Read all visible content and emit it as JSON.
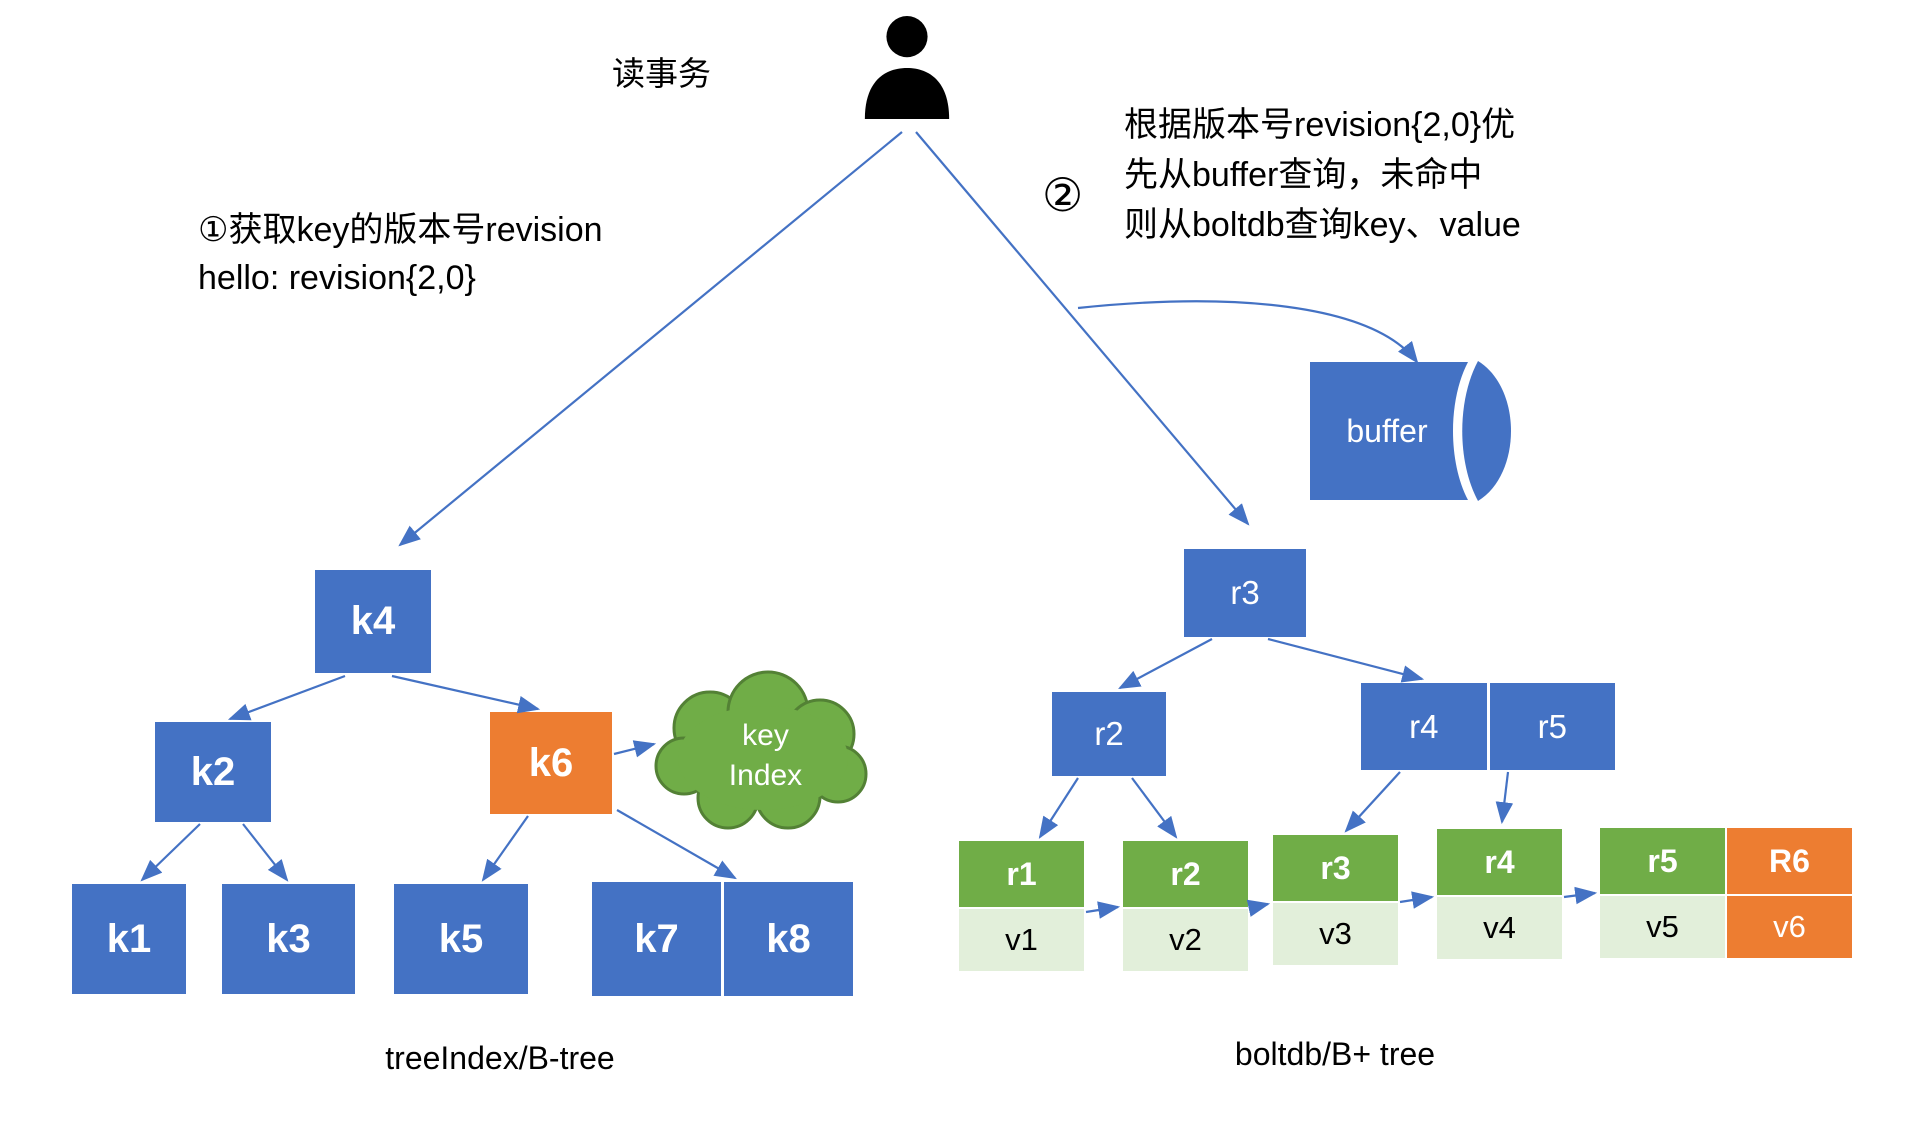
{
  "reader": {
    "label": "读事务"
  },
  "annotations": {
    "step1_line1": "①获取key的版本号revision",
    "step1_line2": "hello: revision{2,0}",
    "step2_number": "②",
    "step2_line1": "根据版本号revision{2,0}优",
    "step2_line2": "先从buffer查询，未命中",
    "step2_line3": "则从boltdb查询key、value"
  },
  "buffer": {
    "label": "buffer"
  },
  "left_tree": {
    "caption": "treeIndex/B-tree",
    "root": "k4",
    "level2": [
      "k2",
      "k6"
    ],
    "leaves": [
      "k1",
      "k3",
      "k5",
      "k7",
      "k8"
    ],
    "cloud_line1": "key",
    "cloud_line2": "Index"
  },
  "right_tree": {
    "caption": "boltdb/B+ tree",
    "root": "r3",
    "internal_left": "r2",
    "internal_right": [
      "r4",
      "r5"
    ],
    "leaves": [
      {
        "key": "r1",
        "value": "v1"
      },
      {
        "key": "r2",
        "value": "v2"
      },
      {
        "key": "r3",
        "value": "v3"
      },
      {
        "key": "r4",
        "value": "v4"
      },
      {
        "key": "r5",
        "value": "v5"
      },
      {
        "key": "R6",
        "value": "v6"
      }
    ]
  },
  "colors": {
    "node_blue": "#4472C4",
    "node_orange": "#ED7D31",
    "node_green": "#70AD47",
    "value_light_green": "#E2EFDA",
    "arrow_blue": "#4472C4"
  }
}
